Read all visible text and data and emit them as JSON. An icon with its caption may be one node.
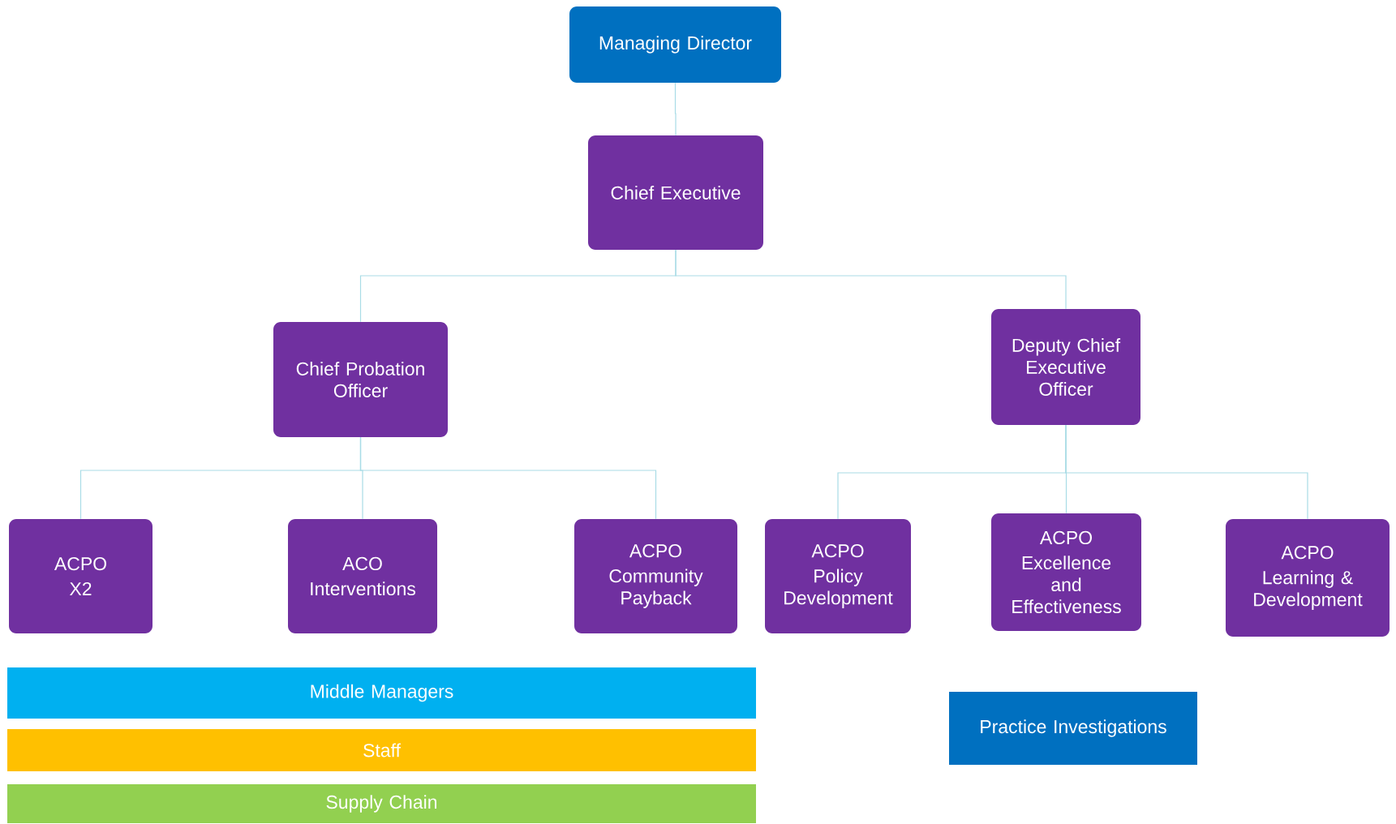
{
  "diagram": {
    "nodes": [
      {
        "text": [
          "Managing Director"
        ]
      },
      {
        "text": [
          "Chief Executive"
        ]
      },
      {
        "text": [
          "Chief Probation Officer"
        ]
      },
      {
        "text": [
          "Deputy Chief Executive Officer"
        ]
      },
      {
        "text": [
          "ACPO",
          "X2"
        ]
      },
      {
        "text": [
          "ACO",
          "Interventions"
        ]
      },
      {
        "text": [
          "ACPO",
          "Community Payback"
        ]
      },
      {
        "text": [
          "ACPO",
          "Policy Development"
        ]
      },
      {
        "text": [
          "ACPO",
          "Excellence and Effectiveness"
        ]
      },
      {
        "text": [
          "ACPO",
          "Learning & Development"
        ]
      },
      {
        "text": [
          "Middle Managers"
        ]
      },
      {
        "text": [
          "Staff"
        ]
      },
      {
        "text": [
          "Supply Chain"
        ]
      },
      {
        "text": [
          "Practice Investigations"
        ]
      }
    ],
    "edges": [
      {
        "from": 0,
        "to": 1,
        "arrow": "none"
      },
      {
        "from": 1,
        "to": 2,
        "arrow": "none"
      },
      {
        "from": 1,
        "to": 3,
        "arrow": "none"
      },
      {
        "from": 2,
        "to": 4,
        "arrow": "none"
      },
      {
        "from": 2,
        "to": 5,
        "arrow": "none"
      },
      {
        "from": 2,
        "to": 6,
        "arrow": "none"
      },
      {
        "from": 3,
        "to": 7,
        "arrow": "none"
      },
      {
        "from": 3,
        "to": 8,
        "arrow": "none"
      },
      {
        "from": 3,
        "to": 9,
        "arrow": "none"
      }
    ]
  }
}
